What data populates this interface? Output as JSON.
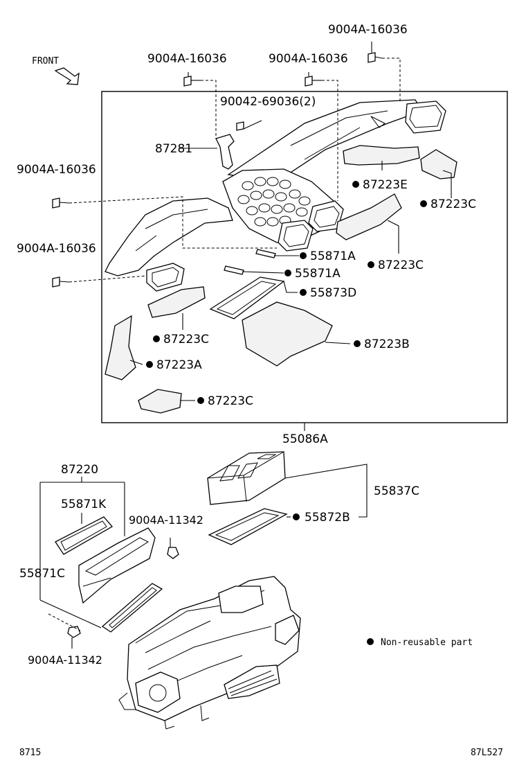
{
  "direction_label": "FRONT",
  "frame_label": "55086A",
  "labels": {
    "screw_top_right": "9004A-16036",
    "screw_top_left": "9004A-16036",
    "screw_top_mid": "9004A-16036",
    "bolt_upper": "90042-69036(2)",
    "bracket": "87281",
    "screw_left_upper": "9004A-16036",
    "screw_left_lower": "9004A-16036",
    "pad_e": "87223E",
    "pad_c_right_upper": "87223C",
    "pad_c_right_mid": "87223C",
    "seal_a_upper": "55871A",
    "seal_a_lower": "55871A",
    "gasket_d": "55873D",
    "pad_b": "87223B",
    "pad_c_left": "87223C",
    "pad_a": "87223A",
    "pad_c_bottom": "87223C",
    "duct_assy": "87220",
    "seal_k": "55871K",
    "seal_c": "55871C",
    "screw_mid": "9004A-11342",
    "screw_bottom": "9004A-11342",
    "duct_c": "55837C",
    "gasket_b": "55872B"
  },
  "legend": {
    "text": "Non-reusable part"
  },
  "footer": {
    "left_code": "8715",
    "right_code": "87L527"
  }
}
